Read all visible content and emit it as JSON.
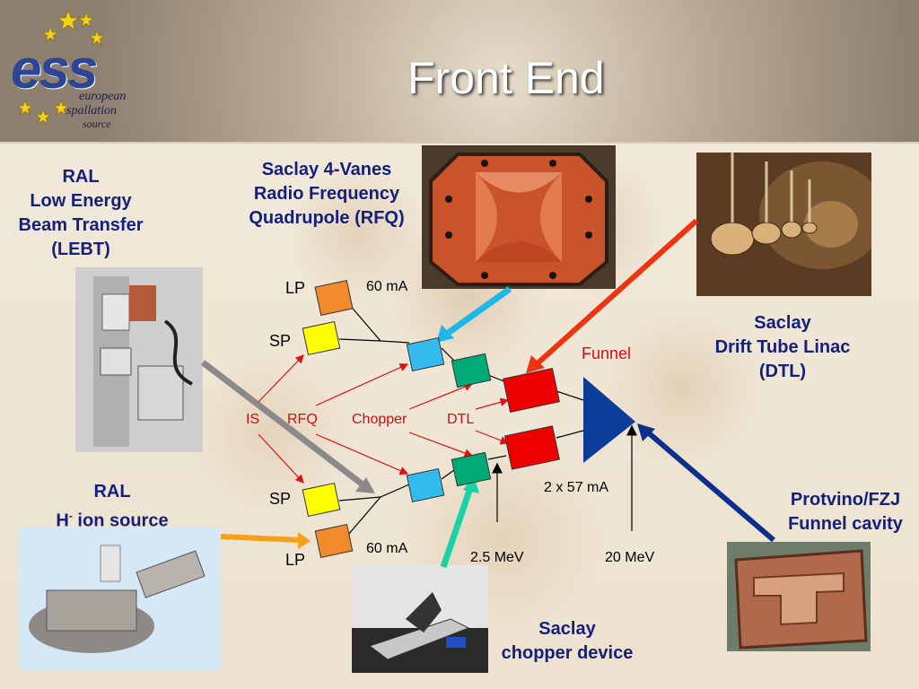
{
  "title": "Front End",
  "logo": {
    "mark": "ess",
    "line1": "european",
    "line2": "spallation",
    "line3": "source"
  },
  "labels": {
    "rfq_line1": "Saclay 4-Vanes",
    "rfq_line2": "Radio Frequency",
    "rfq_line3": "Quadrupole (RFQ)",
    "lebt_line1": "RAL",
    "lebt_line2": "Low Energy",
    "lebt_line3": "Beam Transfer",
    "lebt_line4": "(LEBT)",
    "dtl_line1": "Saclay",
    "dtl_line2": "Drift Tube Linac",
    "dtl_line3": "(DTL)",
    "ion_line1": "RAL",
    "ion_line2_pre": "H",
    "ion_line2_sup": "-",
    "ion_line2_post": " ion source",
    "funnel_cavity_line1": "Protvino/FZJ",
    "funnel_cavity_line2": "Funnel cavity",
    "chopper_line1": "Saclay",
    "chopper_line2": "chopper device"
  },
  "diagram": {
    "lp_top": "LP",
    "sp_top": "SP",
    "sp_bottom": "SP",
    "lp_bottom": "LP",
    "current_top": "60 mA",
    "current_bottom": "60 mA",
    "funnel": "Funnel",
    "is": "IS",
    "rfq": "RFQ",
    "chopper": "Chopper",
    "dtl": "DTL",
    "current_out": "2 x 57 mA",
    "energy_1": "2.5 MeV",
    "energy_2": "20 MeV"
  },
  "colors": {
    "title_text": "#ffffff",
    "label_text": "#14207a",
    "red_text": "#d01010",
    "lp_box": "#f28a2e",
    "sp_box": "#ffff00",
    "rfq_box": "#33bbee",
    "chopper_box": "#00aa77",
    "dtl_box": "#ee0000",
    "funnel_triangle": "#0b3c9a",
    "arrow_cyan": "#1fb7ea",
    "arrow_orange_red": "#ee3311",
    "arrow_navy": "#0b2f8a",
    "arrow_gray": "#8a8a8a",
    "arrow_orange": "#f5a019",
    "arrow_teal": "#19d3a6"
  }
}
